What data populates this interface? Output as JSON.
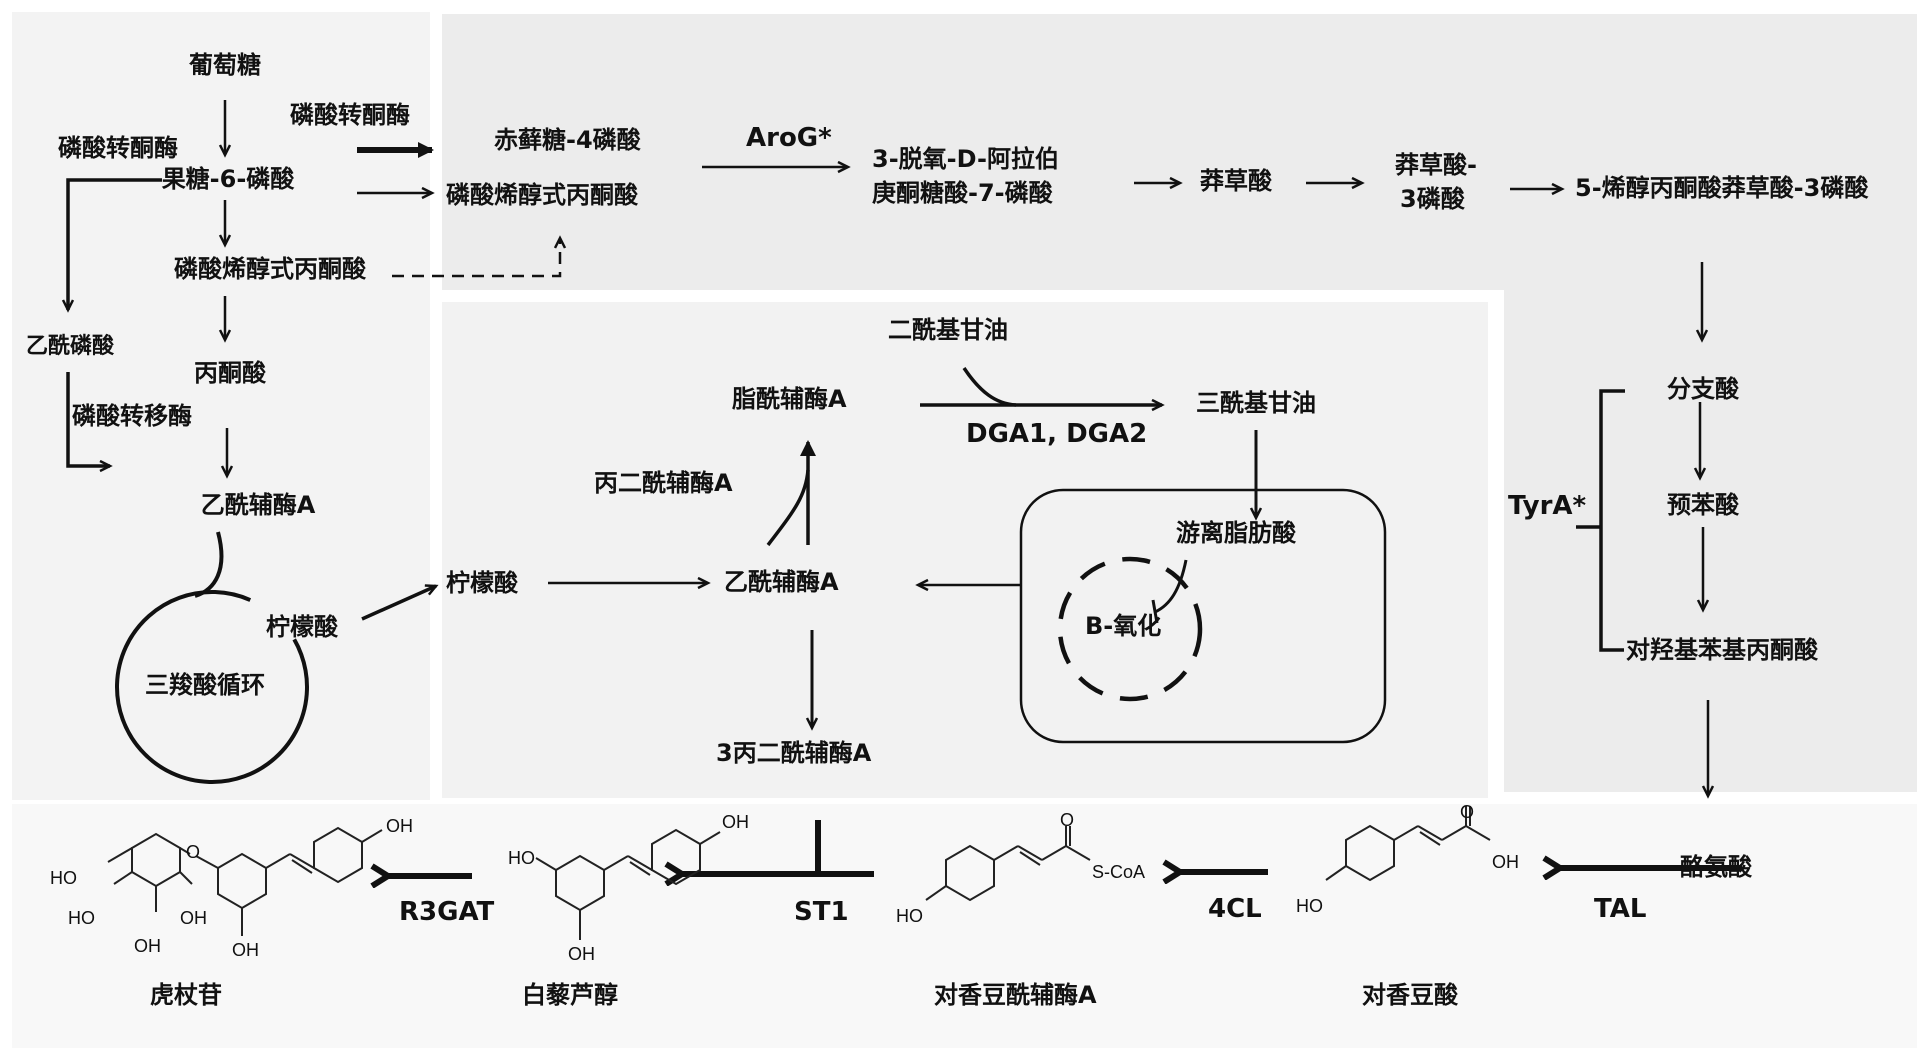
{
  "figure": {
    "description": "Biosynthetic pathway for polydatin (piceid) production",
    "colors": {
      "panel_glycolysis": "#f3f3f3",
      "panel_shikimate": "#ececec",
      "panel_lipid": "#f2f2f2",
      "panel_product": "#f8f8f8",
      "ink": "#111111"
    }
  },
  "glycolysis": {
    "glucose": "葡萄糖",
    "phosphoketolase_left": "磷酸转酮酶",
    "phosphoketolase_top": "磷酸转酮酶",
    "f6p": "果糖-6-磷酸",
    "pep": "磷酸烯醇式丙酮酸",
    "acetyl_phosphate": "乙酰磷酸",
    "pyruvate": "丙酮酸",
    "phosphotransacetylase": "磷酸转移酶",
    "acetyl_coa": "乙酰辅酶A",
    "citrate": "柠檬酸",
    "tca_cycle": "三羧酸循环"
  },
  "shikimate": {
    "e4p": "赤藓糖-4磷酸",
    "pep": "磷酸烯醇式丙酮酸",
    "arog": "AroG*",
    "dahp_line1": "3-脱氧-D-阿拉伯",
    "dahp_line2": "庚酮糖酸-7-磷酸",
    "shikimate": "莽草酸",
    "s3p_line1": "莽草酸-",
    "s3p_line2": "3磷酸",
    "epsp": "5-烯醇丙酮酸莽草酸-3磷酸",
    "chorismate": "分支酸",
    "prephenate": "预苯酸",
    "hpp": "对羟基苯基丙酮酸",
    "tyra": "TyrA*"
  },
  "lipid": {
    "citrate": "柠檬酸",
    "acetyl_coa": "乙酰辅酶A",
    "malonyl_coa_side": "丙二酰辅酶A",
    "fatty_acyl_coa": "脂酰辅酶A",
    "dag": "二酰基甘油",
    "dga": "DGA1, DGA2",
    "tag": "三酰基甘油",
    "ffa": "游离脂肪酸",
    "beta_oxidation": "B-氧化",
    "malonyl_coa_bottom": "3丙二酰辅酶A"
  },
  "products": {
    "tyrosine": "酪氨酸",
    "tal": "TAL",
    "coumaric_acid": "对香豆酸",
    "cl4": "4CL",
    "coumaroyl_coa": "对香豆酰辅酶A",
    "st1": "ST1",
    "resveratrol": "白藜芦醇",
    "r3gat": "R3GAT",
    "polydatin": "虎杖苷",
    "chem_labels": {
      "oh": "OH",
      "ho": "HO",
      "o": "O",
      "scoa": "S-CoA"
    }
  }
}
